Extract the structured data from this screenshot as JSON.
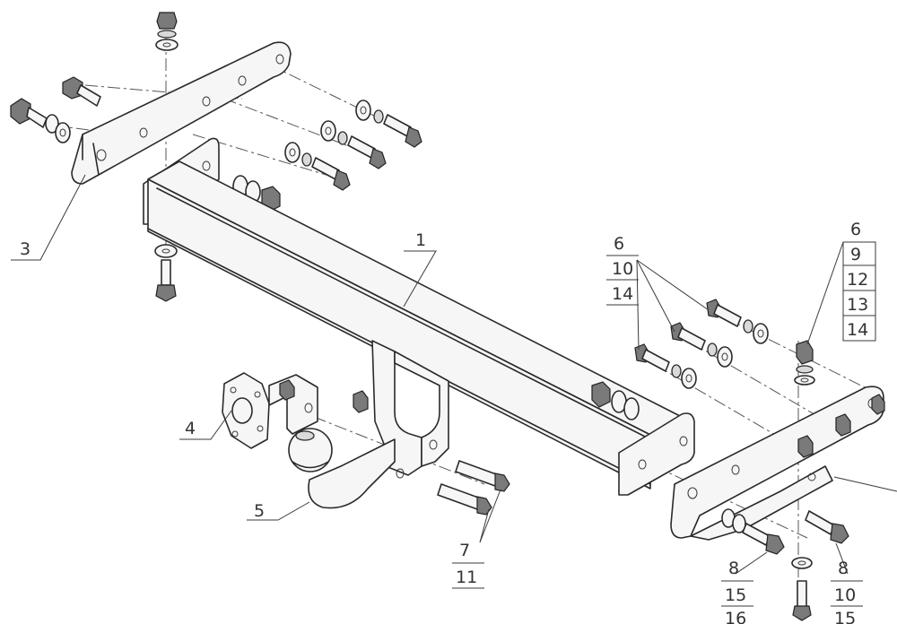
{
  "labels": {
    "crossbar": "1",
    "left_bracket": "3",
    "socket_plate": "4",
    "towball": "5",
    "right_group_a": [
      "6",
      "10",
      "14"
    ],
    "right_group_b": [
      "6",
      "9",
      "12",
      "13",
      "14"
    ],
    "lower_bolts": [
      "7",
      "11"
    ],
    "bottom_left": [
      "8",
      "15",
      "16"
    ],
    "bottom_right": [
      "8",
      "10",
      "15"
    ]
  },
  "colors": {
    "line": "#2a2a2a",
    "part_fill": "#f6f6f6",
    "shade": "#d9d9d9",
    "dark": "#7a7a7a"
  }
}
